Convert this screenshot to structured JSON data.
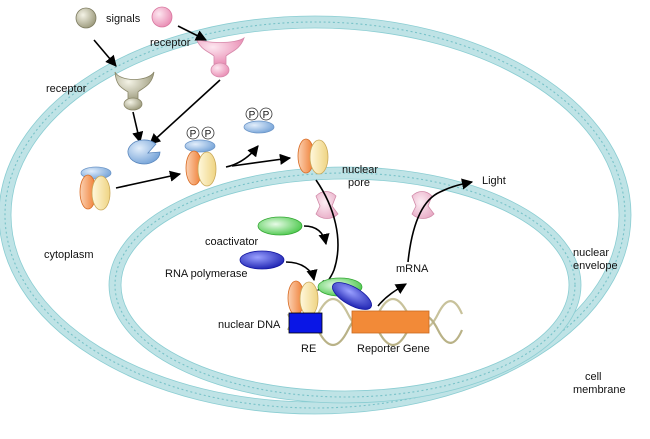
{
  "labels": {
    "signals": "signals",
    "receptor_top": "receptor",
    "receptor_left": "receptor",
    "cytoplasm": "cytoplasm",
    "nuclear_pore_1": "nuclear",
    "nuclear_pore_2": "pore",
    "coactivator": "coactivator",
    "rna_polymerase": "RNA polymerase",
    "nuclear_dna": "nuclear DNA",
    "re": "RE",
    "reporter_gene": "Reporter Gene",
    "mrna": "mRNA",
    "light": "Light",
    "nuclear_envelope_1": "nuclear",
    "nuclear_envelope_2": "envelope",
    "cell_membrane_1": "cell",
    "cell_membrane_2": "membrane",
    "phosphate": "P"
  },
  "colors": {
    "membrane": "#bfe3e6",
    "membrane_stroke": "#6fbcc2",
    "signal_grey": "#b9b79a",
    "signal_pink": "#f2a6c4",
    "receptor_grey": "#cfcbb4",
    "receptor_pink": "#f4c6d8",
    "kinase_blue": "#8fb6e0",
    "orange": "#f08a3a",
    "yellow": "#f5e3a0",
    "coactivator_green": "#5fd35f",
    "rna_pol_blue": "#2b2fc4",
    "re_blue": "#0a16e6",
    "reporter_orange": "#f28a38"
  }
}
